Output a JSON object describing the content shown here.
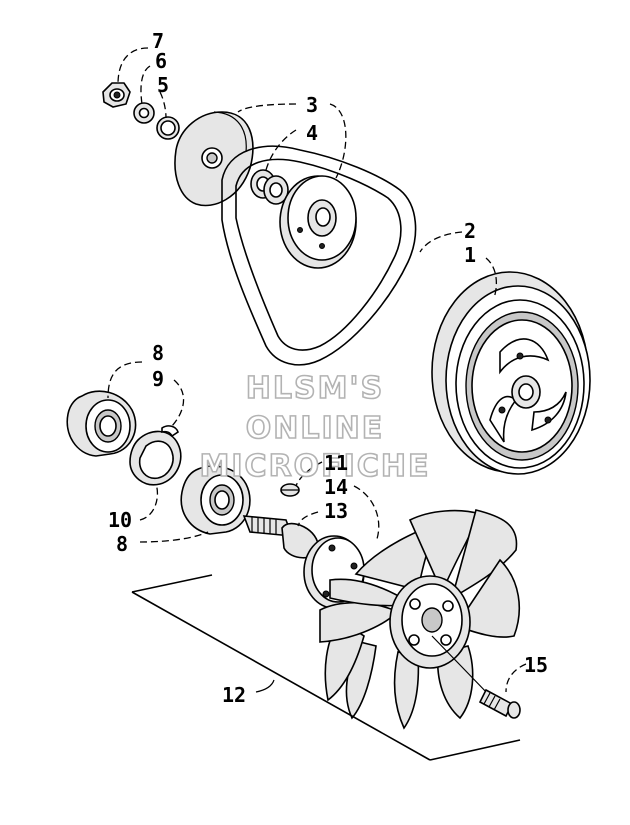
{
  "diagram": {
    "callouts": [
      {
        "id": "c7",
        "text": "7"
      },
      {
        "id": "c6",
        "text": "6"
      },
      {
        "id": "c5",
        "text": "5"
      },
      {
        "id": "c3",
        "text": "3"
      },
      {
        "id": "c4",
        "text": "4"
      },
      {
        "id": "c2",
        "text": "2"
      },
      {
        "id": "c1",
        "text": "1"
      },
      {
        "id": "c8a",
        "text": "8"
      },
      {
        "id": "c9",
        "text": "9"
      },
      {
        "id": "c11",
        "text": "11"
      },
      {
        "id": "c14",
        "text": "14"
      },
      {
        "id": "c13",
        "text": "13"
      },
      {
        "id": "c10",
        "text": "10"
      },
      {
        "id": "c8b",
        "text": "8"
      },
      {
        "id": "c15",
        "text": "15"
      },
      {
        "id": "c12",
        "text": "12"
      }
    ],
    "watermark": [
      "HLSM'S",
      "ONLINE",
      "MICROFICHE"
    ]
  }
}
